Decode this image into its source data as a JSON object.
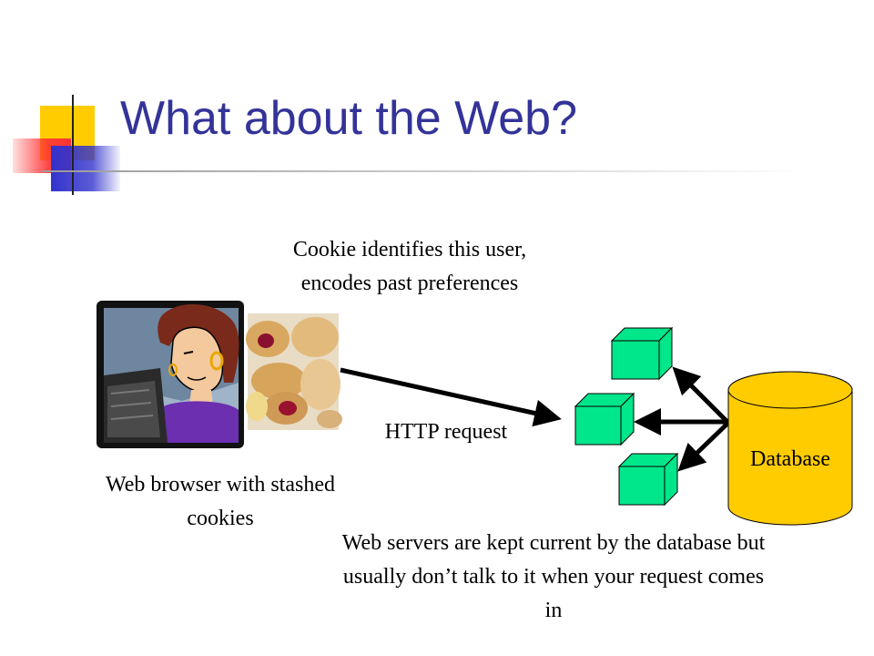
{
  "slide": {
    "title": "What about the Web?",
    "labels": {
      "cookie_note": "Cookie identifies this user, encodes past preferences",
      "http_request": "HTTP request",
      "browser": "Web browser with stashed cookies",
      "database": "Database",
      "servers_note": "Web servers are kept current by the database but usually don’t talk to it when your request comes in"
    },
    "colors": {
      "title": "#333399",
      "server_box": "#00e68a",
      "database": "#ffcc00",
      "accent_yellow": "#ffcc00",
      "accent_red": "#ff3333",
      "accent_blue": "#3333cc"
    },
    "icons": [
      "woman-at-computer-clipart",
      "cookies-photo",
      "server-icon",
      "database-cylinder-icon"
    ]
  }
}
